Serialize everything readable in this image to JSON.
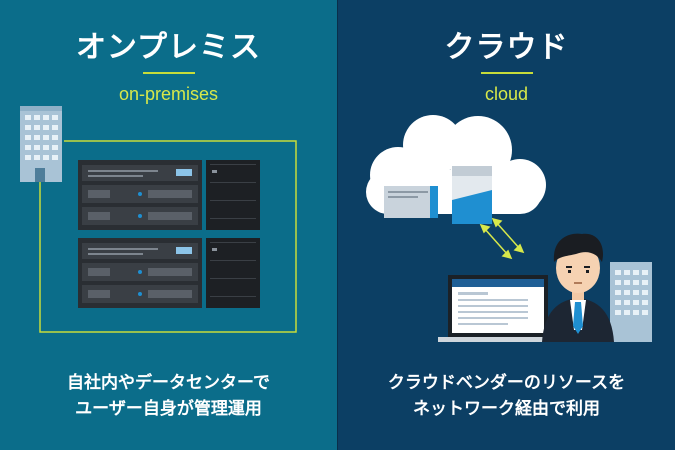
{
  "left": {
    "title": "オンプレミス",
    "subtitle": "on-premises",
    "caption_line1": "自社内やデータセンターで",
    "caption_line2": "ユーザー自身が管理運用"
  },
  "right": {
    "title": "クラウド",
    "subtitle": "cloud",
    "caption_line1": "クラウドベンダーのリソースを",
    "caption_line2": "ネットワーク経由で利用"
  },
  "colors": {
    "left_bg": "#0b6d8a",
    "right_bg": "#0c3f64",
    "accent": "#c7dc3a",
    "server_dark": "#2a2e33",
    "cloud_white": "#ffffff",
    "highlight_blue": "#1f8fd1"
  },
  "icons": [
    "building-icon",
    "server-rack-icon",
    "cloud-icon",
    "laptop-icon",
    "businessman-icon",
    "sync-arrows-icon"
  ]
}
